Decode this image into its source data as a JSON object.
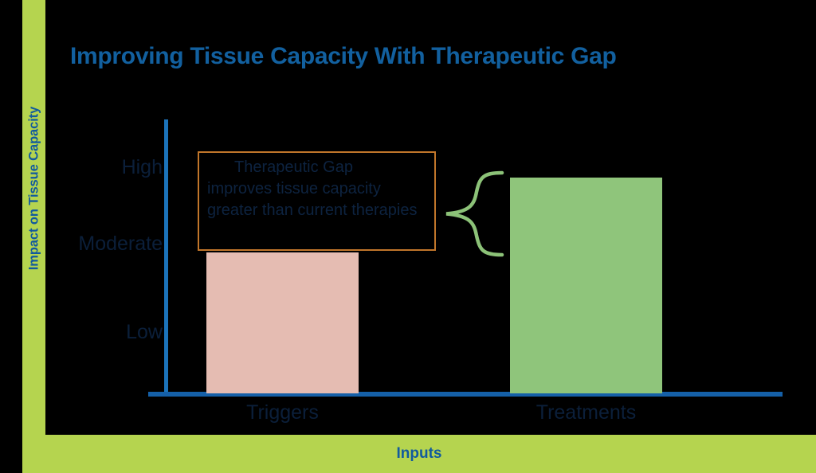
{
  "slide": {
    "title": "Improving Tissue Capacity With Therapeutic Gap",
    "background_color": "#000000",
    "accent_green": "#b5d44f",
    "accent_blue": "#12609f"
  },
  "y_axis_banner": {
    "label": "Impact on Tissue Capacity"
  },
  "x_axis_banner": {
    "label": "Inputs"
  },
  "callout": {
    "line1": "Therapeutic Gap",
    "line2": "improves tissue capacity",
    "line3": "greater than current",
    "line4": "therapies",
    "border_color": "#c1762a",
    "text_color": "#0d2340"
  },
  "brace": {
    "name": "curly-brace",
    "color": "#8cc278"
  },
  "chart_data": {
    "type": "bar",
    "title": "Improving Tissue Capacity With Therapeutic Gap",
    "xlabel": "Inputs",
    "ylabel": "Impact on Tissue Capacity",
    "categories": [
      "Triggers",
      "Treatments"
    ],
    "values": [
      1.6,
      2.45
    ],
    "ytick_labels": [
      "Low",
      "Moderate",
      "High"
    ],
    "ytick_values": [
      1,
      2,
      3
    ],
    "ylim": [
      0,
      3.2
    ],
    "grid": false,
    "legend": "none",
    "bar_colors": [
      "#e5bcb2",
      "#8fc57b"
    ],
    "axis_color": "#1c74bb",
    "annotations": [
      {
        "text": "Therapeutic Gap improves tissue capacity greater than current therapies",
        "target": "Treatments"
      }
    ]
  }
}
